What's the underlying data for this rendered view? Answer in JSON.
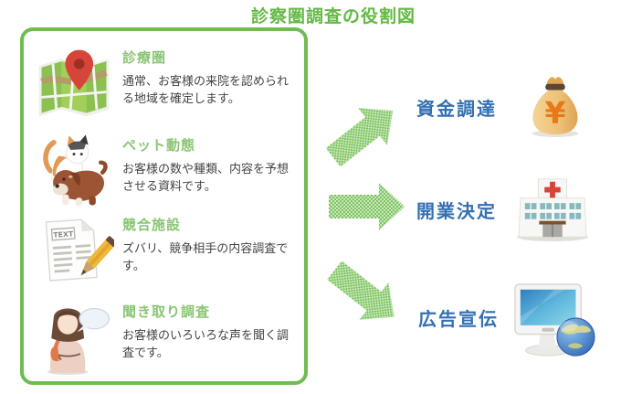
{
  "title": "診察圏調査の役割図",
  "survey": {
    "items": [
      {
        "icon": "map-pin-icon",
        "heading": "診療圏",
        "description": "通常、お客様の来院を認められる地域を確定します。"
      },
      {
        "icon": "cat-dog-icon",
        "heading": "ペット動態",
        "description": "お客様の数や種類、内容を予想させる資料です。"
      },
      {
        "icon": "document-pencil-icon",
        "heading": "競合施設",
        "description": "ズバリ、競争相手の内容調査です。"
      },
      {
        "icon": "interview-woman-icon",
        "heading": "聞き取り調査",
        "description": "お客様のいろいろな声を聞く調査です。"
      }
    ]
  },
  "outcomes": [
    {
      "icon": "money-bag-icon",
      "label": "資金調達",
      "arrow": "up-right"
    },
    {
      "icon": "hospital-icon",
      "label": "開業決定",
      "arrow": "right"
    },
    {
      "icon": "computer-globe-icon",
      "label": "広告宣伝",
      "arrow": "down-right"
    }
  ],
  "colors": {
    "title_green": "#64b944",
    "box_border_green": "#6fbc52",
    "item_heading_green": "#8ac573",
    "outcome_label_blue": "#3470b0",
    "arrow_green": "#7cc45e",
    "body_text": "#444444"
  }
}
